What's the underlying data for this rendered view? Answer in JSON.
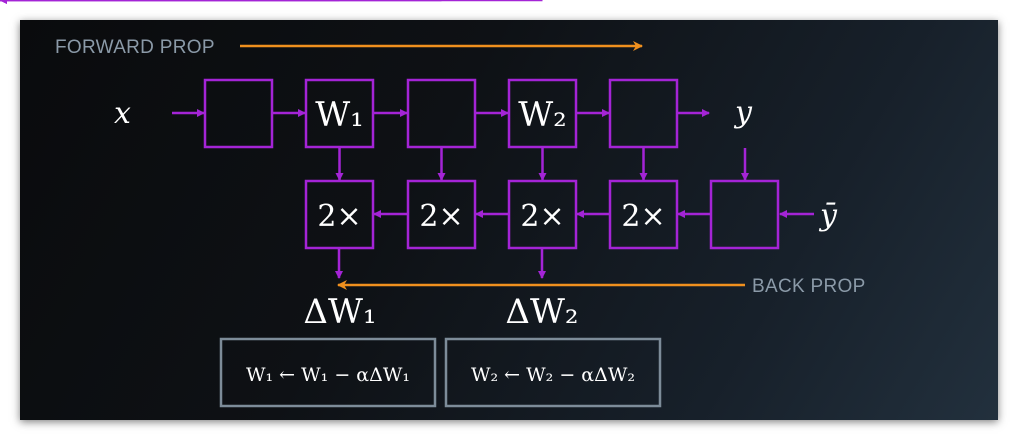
{
  "labels": {
    "forward": "FORWARD PROP",
    "back": "BACK PROP"
  },
  "symbols": {
    "x": "x",
    "y": "y",
    "ybar": "ȳ"
  },
  "forward_boxes": [
    "",
    "W₁",
    "",
    "W₂",
    ""
  ],
  "backward_boxes": [
    "2×",
    "2×",
    "2×",
    "2×",
    ""
  ],
  "gradients": [
    "ΔW₁",
    "ΔW₂"
  ],
  "updates": [
    "W₁ ← W₁ − αΔW₁",
    "W₂ ← W₂ − αΔW₂"
  ],
  "colors": {
    "node": "#a424d6",
    "arrow_orange": "#f0901e",
    "update_box": "#7d8c99",
    "label": "#8b9aa8"
  }
}
